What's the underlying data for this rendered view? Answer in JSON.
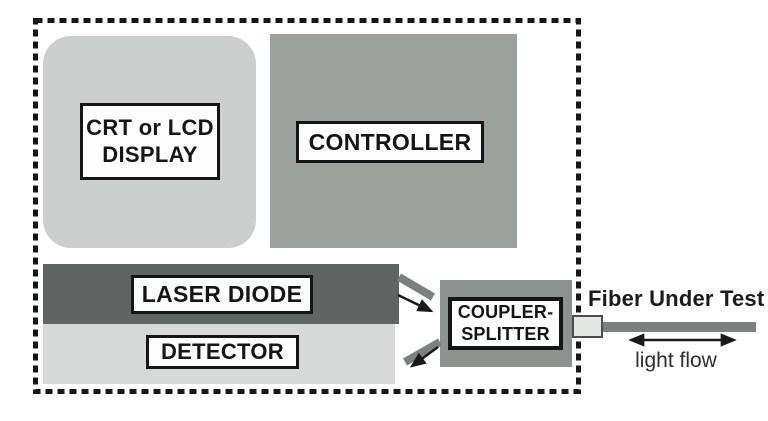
{
  "diagram": {
    "description": "Block diagram of an optical fiber test instrument with fiber under test",
    "blocks": {
      "display": {
        "line1": "CRT or LCD",
        "line2": "DISPLAY"
      },
      "controller": {
        "label": "CONTROLLER"
      },
      "laser_diode": {
        "label": "LASER DIODE"
      },
      "detector": {
        "label": "DETECTOR"
      },
      "coupler_splitter": {
        "line1": "COUPLER-",
        "line2": "SPLITTER"
      }
    },
    "fiber": {
      "title": "Fiber Under Test",
      "flow_label": "light flow"
    },
    "colors": {
      "background": "#ffffff",
      "dashed_border": "#161616",
      "display_housing": "#cbcecc",
      "controller_block": "#9da19e",
      "laser_block": "#606462",
      "detector_block": "#d6d9d7",
      "coupler_block": "#8e928f",
      "label_box_bg": "#fdfdfd",
      "label_box_border": "#151515",
      "fiber_and_thick_arrows": "#7c807e",
      "connector_fill": "#e4e7e4",
      "connector_border": "#4d4d4d",
      "thin_arrows": "#1a1a1a"
    }
  }
}
